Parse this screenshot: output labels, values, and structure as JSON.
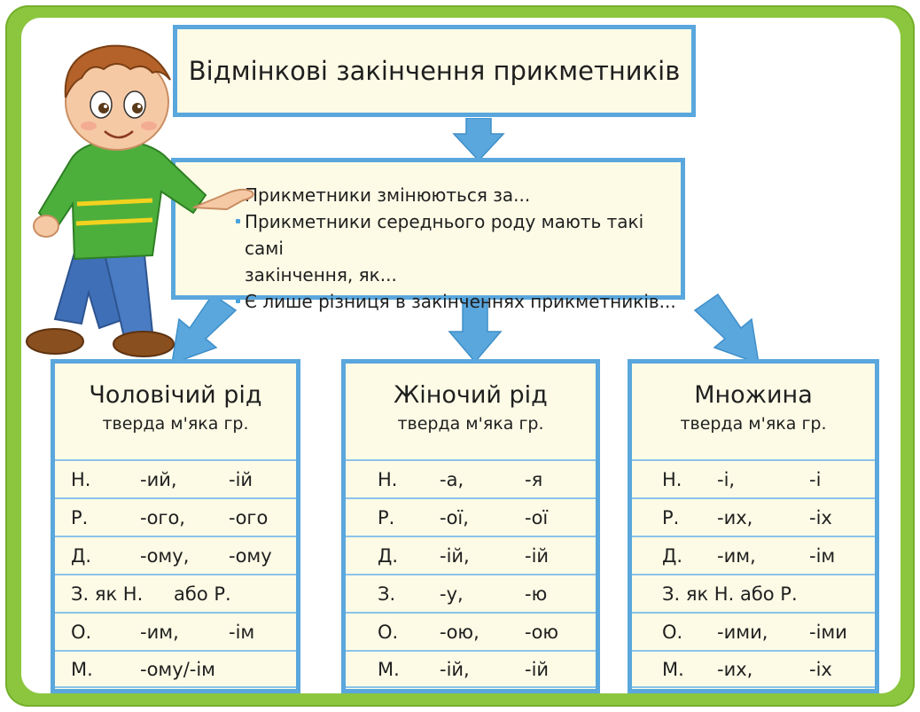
{
  "title": "Відмінкові закінчення прикметників",
  "bullets": [
    {
      "lines": [
        "Прикметники змінюються за..."
      ]
    },
    {
      "lines": [
        "Прикметники середнього роду мають такі самі",
        "закінчення, як..."
      ]
    },
    {
      "lines": [
        "Є лише різниця в закінченнях прикметників..."
      ]
    }
  ],
  "columns": [
    {
      "title": "Чоловічий рід",
      "subtitle": "тверда м'яка гр.",
      "rows": [
        [
          "Н.",
          "-ий,",
          "-ій"
        ],
        [
          "Р.",
          "-ого,",
          "-ого"
        ],
        [
          "Д.",
          "-ому,",
          "-ому"
        ],
        [
          "З. як Н.",
          "або Р.",
          ""
        ],
        [
          "О.",
          "-им,",
          "-ім"
        ],
        [
          "М.",
          "-ому/-ім",
          ""
        ]
      ]
    },
    {
      "title": "Жіночий рід",
      "subtitle": "тверда м'яка гр.",
      "rows": [
        [
          "Н.",
          "-а,",
          "-я"
        ],
        [
          "Р.",
          "-ої,",
          "-ої"
        ],
        [
          "Д.",
          "-ій,",
          "-ій"
        ],
        [
          "З.",
          "-у,",
          "-ю"
        ],
        [
          "О.",
          "-ою,",
          "-ою"
        ],
        [
          "М.",
          "-ій,",
          "-ій"
        ]
      ]
    },
    {
      "title": "Множина",
      "subtitle": "тверда м'яка гр.",
      "rows": [
        [
          "Н.",
          "-і,",
          "-і"
        ],
        [
          "Р.",
          "-их,",
          "-іх"
        ],
        [
          "Д.",
          "-им,",
          "-ім"
        ],
        [
          "З. як Н. або Р.",
          "",
          ""
        ],
        [
          "О.",
          "-ими,",
          "-іми"
        ],
        [
          "М.",
          "-их,",
          "-іх"
        ]
      ]
    }
  ],
  "colors": {
    "frame": "#8cc63f",
    "box_border": "#5aa7dd",
    "box_fill": "#fdfbe6",
    "arrow": "#5aa7dd"
  }
}
